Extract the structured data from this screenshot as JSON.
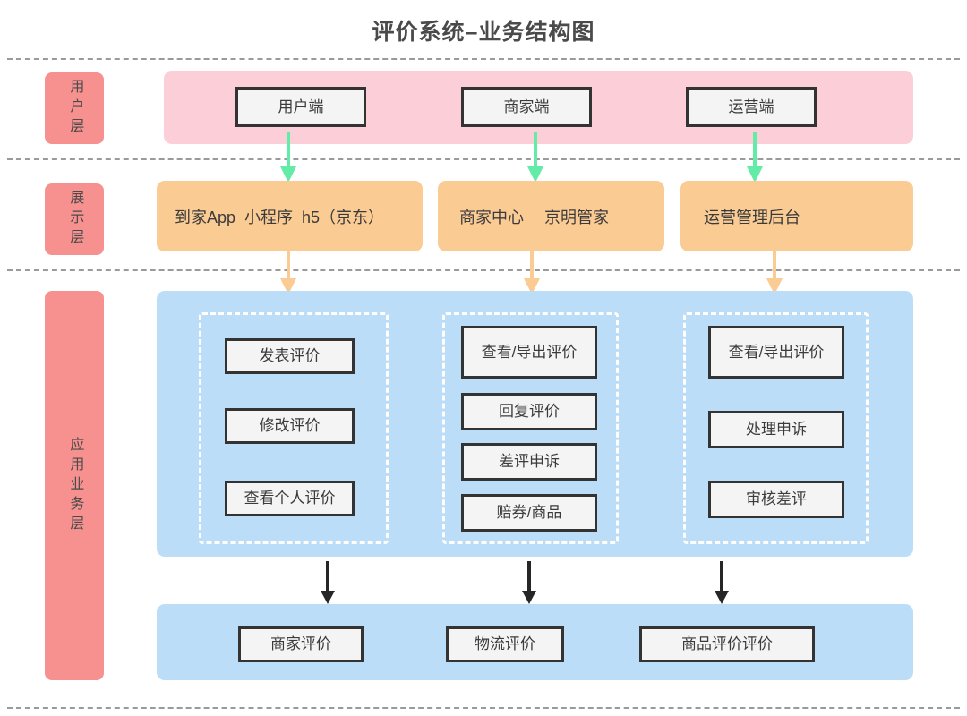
{
  "diagram": {
    "title": "评价系统–业务结构图",
    "layers": [
      {
        "id": "user-layer",
        "name": "用户层",
        "band_color": "#fccfd8",
        "chip_color": "#f7918f",
        "nodes": [
          "用户端",
          "商家端",
          "运营端"
        ]
      },
      {
        "id": "presentation-layer",
        "name": "展示层",
        "band_color": "#fbcb94",
        "chip_color": "#f7918f",
        "bands": [
          "到家App  小程序  h5（京东）",
          "商家中心　 京明管家",
          "运营管理后台"
        ]
      },
      {
        "id": "application-business-layer",
        "name": "应用业务层",
        "band_color": "#bcddf8",
        "chip_color": "#f7918f",
        "groups": [
          {
            "id": "consumer-functions",
            "nodes": [
              "发表评价",
              "修改评价",
              "查看个人评价"
            ]
          },
          {
            "id": "merchant-functions",
            "nodes": [
              "查看/导出评价",
              "回复评价",
              "差评申诉",
              "赔券/商品"
            ]
          },
          {
            "id": "operations-functions",
            "nodes": [
              "查看/导出评价",
              "处理申诉",
              "审核差评"
            ]
          }
        ],
        "evaluation_objects": [
          "商家评价",
          "物流评价",
          "商品评价评价"
        ]
      }
    ],
    "arrows": {
      "user_to_presentation_color": "#63eca8",
      "presentation_to_application_color": "#fbcb94",
      "functions_to_objects_color": "#262626"
    }
  }
}
